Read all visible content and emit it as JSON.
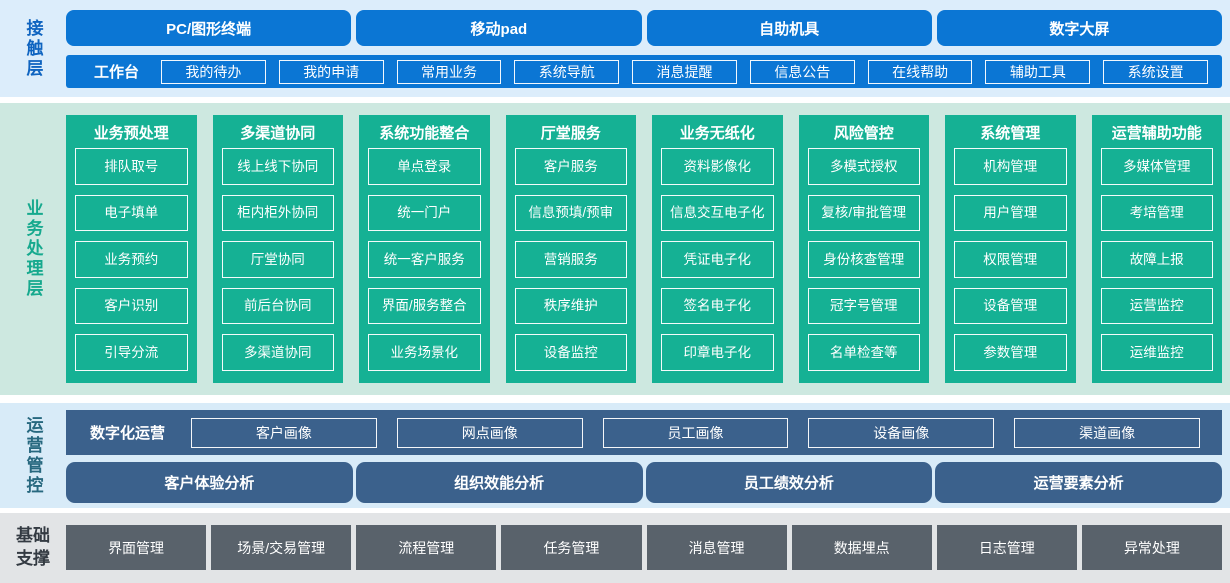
{
  "contact_layer": {
    "label": "接触层",
    "channels": [
      "PC/图形终端",
      "移动pad",
      "自助机具",
      "数字大屏"
    ],
    "workbench": {
      "label": "工作台",
      "items": [
        "我的待办",
        "我的申请",
        "常用业务",
        "系统导航",
        "消息提醒",
        "信息公告",
        "在线帮助",
        "辅助工具",
        "系统设置"
      ]
    }
  },
  "business_layer": {
    "label": "业务处理层",
    "columns": [
      {
        "title": "业务预处理",
        "items": [
          "排队取号",
          "电子填单",
          "业务预约",
          "客户识别",
          "引导分流"
        ]
      },
      {
        "title": "多渠道协同",
        "items": [
          "线上线下协同",
          "柜内柜外协同",
          "厅堂协同",
          "前后台协同",
          "多渠道协同"
        ]
      },
      {
        "title": "系统功能整合",
        "items": [
          "单点登录",
          "统一门户",
          "统一客户服务",
          "界面/服务整合",
          "业务场景化"
        ]
      },
      {
        "title": "厅堂服务",
        "items": [
          "客户服务",
          "信息预填/预审",
          "营销服务",
          "秩序维护",
          "设备监控"
        ]
      },
      {
        "title": "业务无纸化",
        "items": [
          "资料影像化",
          "信息交互电子化",
          "凭证电子化",
          "签名电子化",
          "印章电子化"
        ]
      },
      {
        "title": "风险管控",
        "items": [
          "多模式授权",
          "复核/审批管理",
          "身份核查管理",
          "冠字号管理",
          "名单检查等"
        ]
      },
      {
        "title": "系统管理",
        "items": [
          "机构管理",
          "用户管理",
          "权限管理",
          "设备管理",
          "参数管理"
        ]
      },
      {
        "title": "运营辅助功能",
        "items": [
          "多媒体管理",
          "考培管理",
          "故障上报",
          "运营监控",
          "运维监控"
        ]
      }
    ]
  },
  "operations_layer": {
    "label": "运营管控",
    "digital_ops": {
      "label": "数字化运营",
      "items": [
        "客户画像",
        "网点画像",
        "员工画像",
        "设备画像",
        "渠道画像"
      ]
    },
    "analysis": [
      "客户体验分析",
      "组织效能分析",
      "员工绩效分析",
      "运营要素分析"
    ]
  },
  "foundation_layer": {
    "label": "基础支撑",
    "items": [
      "界面管理",
      "场景/交易管理",
      "流程管理",
      "任务管理",
      "消息管理",
      "数据埋点",
      "日志管理",
      "异常处理"
    ]
  },
  "colors": {
    "accent_blue": "#0b76d4",
    "accent_green": "#15b194",
    "accent_slate": "#3b618c",
    "accent_gray": "#59626b"
  }
}
